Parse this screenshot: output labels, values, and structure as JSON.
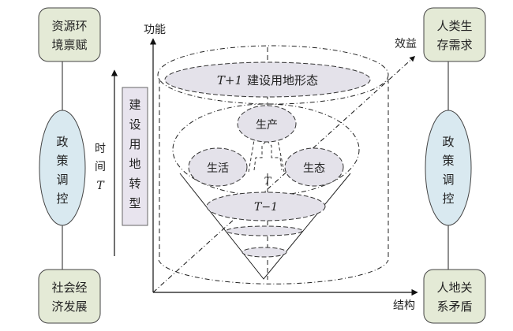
{
  "left": {
    "top_box": [
      "资源环",
      "境禀赋"
    ],
    "ellipse": [
      "政",
      "策",
      "调",
      "控"
    ],
    "bottom_box": [
      "社会经",
      "济发展"
    ],
    "time_label": [
      "时",
      "间"
    ],
    "time_var": "T",
    "transform_box": [
      "建",
      "设",
      "用",
      "地",
      "转",
      "型"
    ]
  },
  "right": {
    "top_box": [
      "人类生",
      "存需求"
    ],
    "ellipse": [
      "政",
      "策",
      "调",
      "控"
    ],
    "bottom_box": [
      "人地关",
      "系矛盾"
    ]
  },
  "axes": {
    "y_label": "功能",
    "x_label": "结构",
    "z_label": "效益"
  },
  "center": {
    "top_var": "T+1",
    "top_label": "建设用地形态",
    "production": "生产",
    "living": "生活",
    "ecology": "生态",
    "t_label": "T",
    "t_minus": "T−1"
  },
  "colors": {
    "box_green": "#e4ead6",
    "ellipse_blue": "#d9e9f0",
    "purple": "#e8e4ee",
    "gray_fill": "#e4e2ea"
  }
}
